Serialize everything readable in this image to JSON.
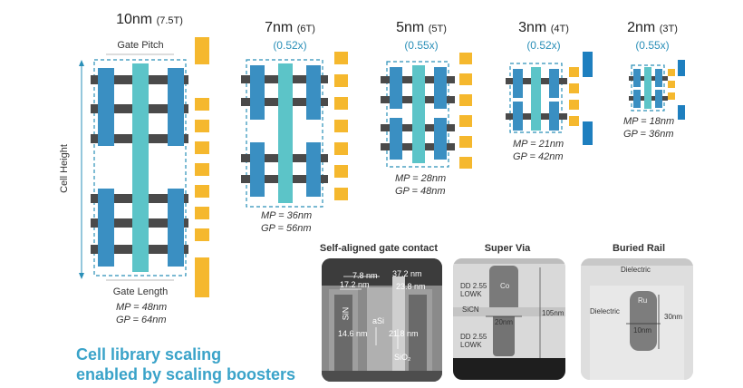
{
  "nodes": [
    {
      "title": "10nm",
      "tracks": "(7.5T)",
      "ratio": "",
      "mp": "MP = 48nm",
      "gp": "GP = 64nm"
    },
    {
      "title": "7nm",
      "tracks": "(6T)",
      "ratio": "(0.52x)",
      "mp": "MP = 36nm",
      "gp": "GP = 56nm"
    },
    {
      "title": "5nm",
      "tracks": "(5T)",
      "ratio": "(0.55x)",
      "mp": "MP = 28nm",
      "gp": "GP = 48nm"
    },
    {
      "title": "3nm",
      "tracks": "(4T)",
      "ratio": "(0.52x)",
      "mp": "MP = 21nm",
      "gp": "GP = 42nm"
    },
    {
      "title": "2nm",
      "tracks": "(3T)",
      "ratio": "(0.55x)",
      "mp": "MP = 18nm",
      "gp": "GP = 36nm"
    }
  ],
  "labels": {
    "gate_pitch": "Gate Pitch",
    "gate_length": "Gate Length",
    "cell_height": "Cell Height"
  },
  "boosters": [
    {
      "title": "Self-aligned gate contact",
      "annotations": [
        "7.8 nm",
        "17.2 nm",
        "37.2 nm",
        "23.8 nm",
        "SiN",
        "aSi",
        "14.6 nm",
        "21.8 nm",
        "SiO₂"
      ]
    },
    {
      "title": "Super Via",
      "annotations": [
        "DD 2.55",
        "LOWK",
        "SiCN",
        "DD 2.55",
        "LOWK",
        "Co",
        "20nm",
        "105nm"
      ]
    },
    {
      "title": "Buried Rail",
      "annotations": [
        "Dielectric",
        "Dielectric",
        "Ru",
        "10nm",
        "30nm"
      ]
    }
  ],
  "caption": {
    "line1": "Cell library scaling",
    "line2": "enabled by scaling boosters"
  },
  "colors": {
    "fin": "#3a8fc2",
    "gate": "#5cc4c8",
    "metal": "#4a4a4a",
    "track": "#f5b82e",
    "power_rail": "#1e7fbf",
    "dash": "#2a8fb8",
    "caption": "#3aa3c9"
  }
}
